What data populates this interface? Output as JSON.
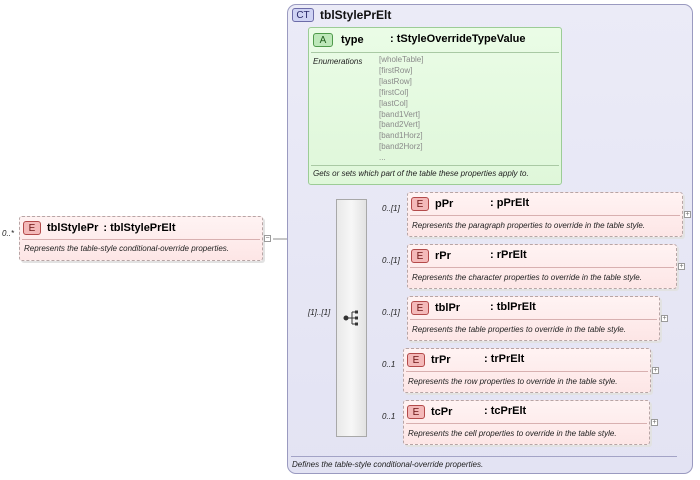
{
  "root_element": {
    "badge": "E",
    "name": "tblStylePr",
    "type": ": tblStylePrElt",
    "cardinality": "0..*",
    "description": "Represents the table-style conditional-override properties."
  },
  "complex_type": {
    "badge": "CT",
    "name": "tblStylePrElt",
    "description": "Defines the table-style conditional-override properties."
  },
  "attribute": {
    "badge": "A",
    "name": "type",
    "type": ": tStyleOverrideTypeValue",
    "enumerations_label": "Enumerations",
    "enumerations": [
      "[wholeTable]",
      "[firstRow]",
      "[lastRow]",
      "[firstCol]",
      "[lastCol]",
      "[band1Vert]",
      "[band2Vert]",
      "[band1Horz]",
      "[band2Horz]",
      "..."
    ],
    "description": "Gets or sets which part of the table these properties apply to."
  },
  "sequence": {
    "cardinality": "[1]..[1]"
  },
  "children": [
    {
      "badge": "E",
      "name": "pPr",
      "type": ": pPrElt",
      "cardinality": "0..[1]",
      "description": "Represents the paragraph properties to override in the table style."
    },
    {
      "badge": "E",
      "name": "rPr",
      "type": ": rPrElt",
      "cardinality": "0..[1]",
      "description": "Represents the character properties to override in the table style."
    },
    {
      "badge": "E",
      "name": "tblPr",
      "type": ": tblPrElt",
      "cardinality": "0..[1]",
      "description": "Represents the table properties to override in the table style."
    },
    {
      "badge": "E",
      "name": "trPr",
      "type": ": trPrElt",
      "cardinality": "0..1",
      "description": "Represents the row properties to override in the table style."
    },
    {
      "badge": "E",
      "name": "tcPr",
      "type": ": tcPrElt",
      "cardinality": "0..1",
      "description": "Represents the cell properties to override in the table style."
    }
  ],
  "expand_symbol": "+",
  "collapse_symbol": "−"
}
